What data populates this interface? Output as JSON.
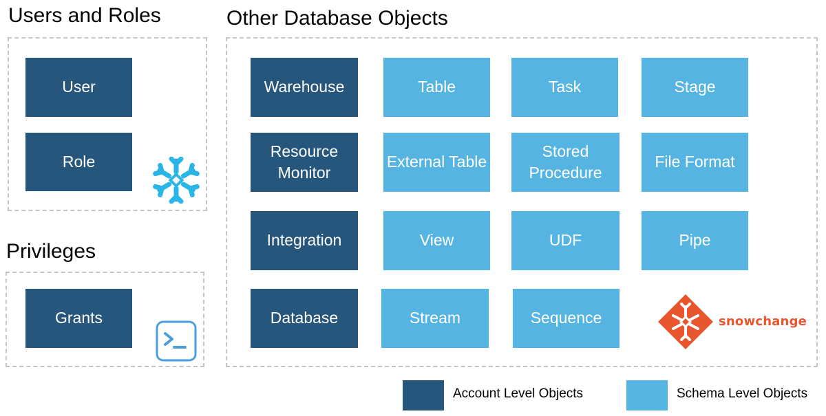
{
  "groups": {
    "users_roles": {
      "title": "Users and Roles",
      "items": [
        "User",
        "Role"
      ]
    },
    "privileges": {
      "title": "Privileges",
      "items": [
        "Grants"
      ]
    },
    "other_objects": {
      "title": "Other Database Objects",
      "rows": [
        [
          "Warehouse",
          "Table",
          "Task",
          "Stage"
        ],
        [
          "Resource Monitor",
          "External Table",
          "Stored Procedure",
          "File Format"
        ],
        [
          "Integration",
          "View",
          "UDF",
          "Pipe"
        ],
        [
          "Database",
          "Stream",
          "Sequence"
        ]
      ]
    }
  },
  "legend": {
    "account": "Account Level Objects",
    "schema": "Schema Level Objects"
  },
  "brand": {
    "snowchange_text": "snowchange"
  },
  "colors": {
    "account_level": "#27567d",
    "schema_level": "#56b4e3",
    "snowflake_logo": "#29b5e8",
    "terminal_icon": "#4a9fd8",
    "snowchange_brand": "#e8562f"
  },
  "icons": {
    "snowflake": "snowflake-icon",
    "terminal": "terminal-icon",
    "snowchange": "snowchange-logo-icon"
  }
}
